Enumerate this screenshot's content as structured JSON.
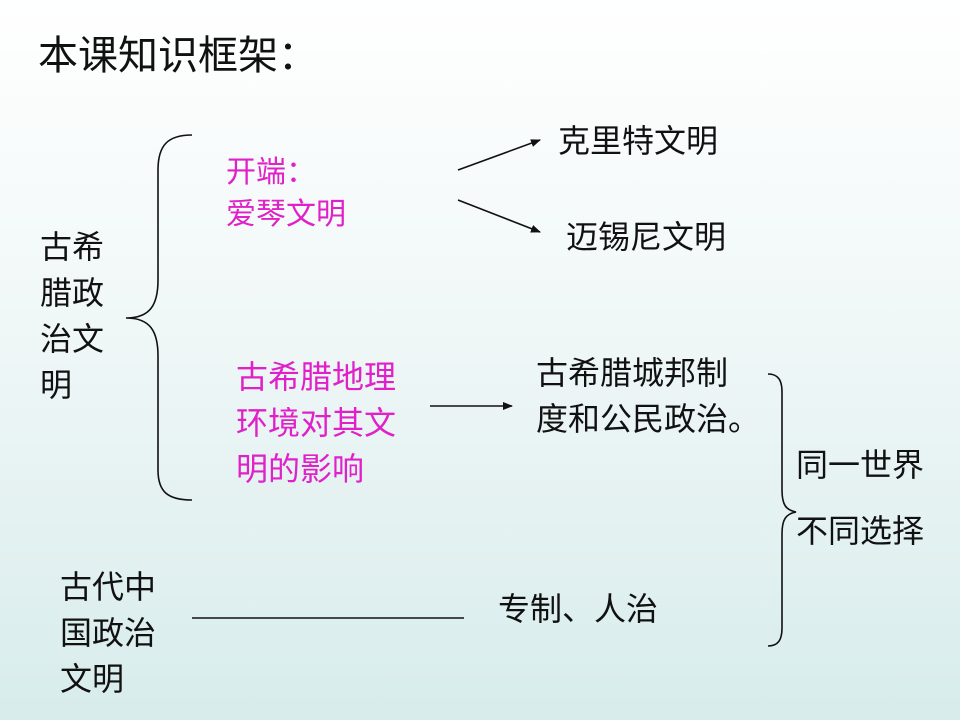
{
  "title": "本课知识框架：",
  "nodes": {
    "greek": "古希\n腊政\n治文\n明",
    "start": "开端：\n爱琴文明",
    "crete": "克里特文明",
    "mycenae": "迈锡尼文明",
    "geo": "古希腊地理\n环境对其文\n明的影响",
    "polis": "古希腊城邦制\n度和公民政治。",
    "same_world": "同一世界",
    "diff_choice": "不同选择",
    "china": "古代中\n国政治\n文明",
    "autocracy": "专制、人治"
  },
  "colors": {
    "accent_text": "#e020c8",
    "text": "#111111"
  }
}
